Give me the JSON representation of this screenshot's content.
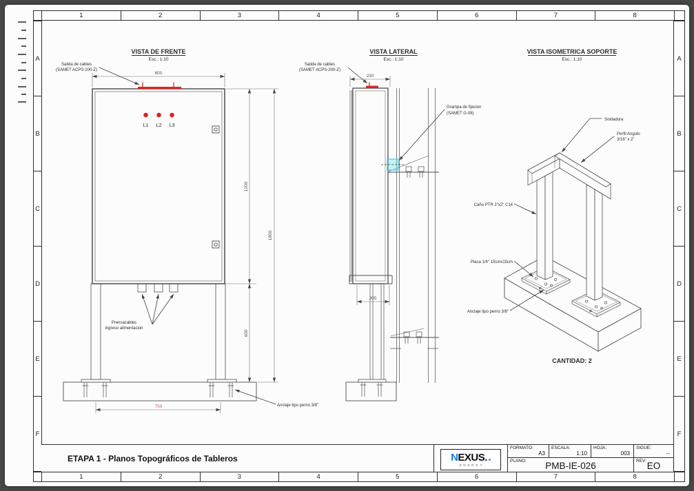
{
  "sheet": {
    "zone_columns": [
      "1",
      "2",
      "3",
      "4",
      "5",
      "6",
      "7",
      "8"
    ],
    "zone_rows": [
      "A",
      "B",
      "C",
      "D",
      "E",
      "F"
    ]
  },
  "title_block": {
    "project_title": "ETAPA 1 - Planos Topográficos de Tableros",
    "logo_n": "N",
    "logo_rest": "EXUS.",
    "logo_sub": "ENERGY",
    "formato_label": "FORMATO:",
    "formato_value": "A3",
    "escala_label": "ESCALA:",
    "escala_value": "1:10",
    "hoja_label": "HOJA:",
    "hoja_value": "003",
    "sigue_label": "SIGUE:",
    "sigue_value": "--",
    "plano_label": "PLANO:",
    "plano_value": "PMB-IE-026",
    "rev_label": "REV:",
    "rev_value": "EO"
  },
  "front_view": {
    "title": "VISTA DE FRENTE",
    "scale_note": "Esc.: 1:10",
    "dim_width": "800",
    "dim_panel_height": "1200",
    "dim_post_height": "600",
    "dim_total_height": "1800",
    "dim_anchor_span": "759",
    "phase_1": "L1",
    "phase_2": "L2",
    "phase_3": "L3",
    "callout_salida_1": "Salida de cables",
    "callout_salida_2": "(SAMET ACPS-200-Z)",
    "callout_prensa_1": "Prensacables",
    "callout_prensa_2": "ingreso alimentacion",
    "callout_anclaje": "Anclaje tipo perno 3/8\""
  },
  "lateral_view": {
    "title": "VISTA LATERAL",
    "scale_note": "Esc.: 1:10",
    "dim_depth": "230",
    "dim_support": "205",
    "callout_salida_1": "Salida de cables",
    "callout_salida_2": "(SAMET ACPS-200-Z)",
    "callout_grampa_1": "Grampa de fijacion",
    "callout_grampa_2": "(SAMET G-08)"
  },
  "iso_view": {
    "title": "VISTA ISOMETRICA SOPORTE",
    "scale_note": "Esc.: 1:10",
    "callout_soldadura": "Soldadura",
    "callout_perfil_1": "Perfil Angulo",
    "callout_perfil_2": "3/16\" x 2\"",
    "callout_cano": "Caño PTR 2\"x2\" C14",
    "callout_placa": "Placa 1/4\" 15cmx15cm",
    "callout_anclaje": "Anclaje tipo perno 3/8\"",
    "quantity": "CANTIDAD: 2"
  },
  "colors": {
    "accent_red": "#d92b26",
    "highlight_cyan": "#79e9f2",
    "brand_blue": "#1779e8",
    "line": "#4d4d4d"
  }
}
